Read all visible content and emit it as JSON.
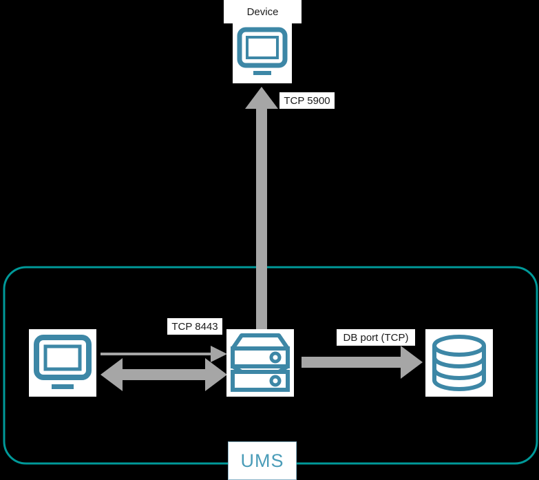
{
  "diagram": {
    "title": "UMS connectivity diagram",
    "background_color": "#000000",
    "boundary": {
      "label": "UMS",
      "border_color": "#009999",
      "badge_text_color": "#4a9cb8",
      "badge_border_color": "#8ab4c8"
    },
    "icon_color": "#3d87a6",
    "arrow_color": "#a6a6a6",
    "label_bg_color": "#ffffff",
    "label_text_color": "#1a1a1a",
    "nodes": [
      {
        "id": "device",
        "name": "Device",
        "label": "Device",
        "icon": "monitor-icon"
      },
      {
        "id": "client",
        "name": "Client",
        "label": "",
        "icon": "monitor-icon"
      },
      {
        "id": "ums-server",
        "name": "UMS Server",
        "label": "",
        "icon": "server-icon"
      },
      {
        "id": "database",
        "name": "Database",
        "label": "",
        "icon": "database-icon"
      }
    ],
    "connections": [
      {
        "id": "conn-device",
        "label": "TCP 5900",
        "from": "ums-server",
        "to": "device",
        "direction": "up",
        "arrow_style": "single-thick"
      },
      {
        "id": "conn-client-thin",
        "label": "",
        "from": "client",
        "to": "ums-server",
        "direction": "right",
        "arrow_style": "single-thin"
      },
      {
        "id": "conn-client",
        "label": "TCP 8443",
        "from": "client",
        "to": "ums-server",
        "direction": "both",
        "arrow_style": "double-thick"
      },
      {
        "id": "conn-db",
        "label": "DB port (TCP)",
        "from": "ums-server",
        "to": "database",
        "direction": "right",
        "arrow_style": "single-thick"
      }
    ]
  }
}
